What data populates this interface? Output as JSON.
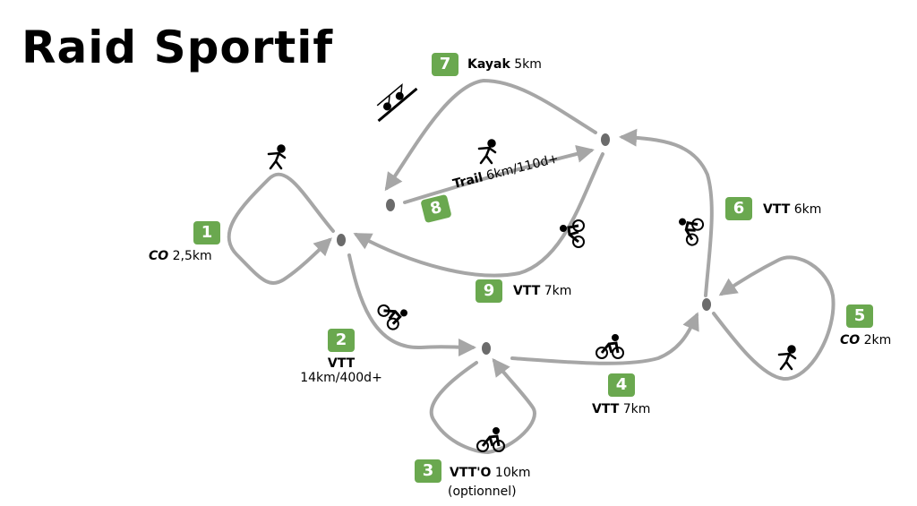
{
  "title": "Raid Sportif",
  "colors": {
    "badge": "#6aa84f",
    "path": "#a6a6a6",
    "node": "#6b6b6b",
    "text": "#000000"
  },
  "stages": [
    {
      "number": "1",
      "activity": "CO",
      "distance": "2,5km",
      "icon": "runner-icon"
    },
    {
      "number": "2",
      "activity": "VTT",
      "distance": "14km/400d+",
      "icon": "cyclist-icon"
    },
    {
      "number": "3",
      "activity": "VTT'O",
      "distance": "10km",
      "note": "(optionnel)",
      "icon": "cyclist-icon"
    },
    {
      "number": "4",
      "activity": "VTT",
      "distance": "7km",
      "icon": "cyclist-icon"
    },
    {
      "number": "5",
      "activity": "CO",
      "distance": "2km",
      "icon": "runner-icon"
    },
    {
      "number": "6",
      "activity": "VTT",
      "distance": "6km",
      "icon": "cyclist-icon"
    },
    {
      "number": "7",
      "activity": "Kayak",
      "distance": "5km",
      "icon": "kayak-icon"
    },
    {
      "number": "8",
      "activity": "Trail",
      "distance": "6km/110d+",
      "icon": "runner-icon"
    },
    {
      "number": "9",
      "activity": "VTT",
      "distance": "7km",
      "icon": "cyclist-icon"
    }
  ]
}
